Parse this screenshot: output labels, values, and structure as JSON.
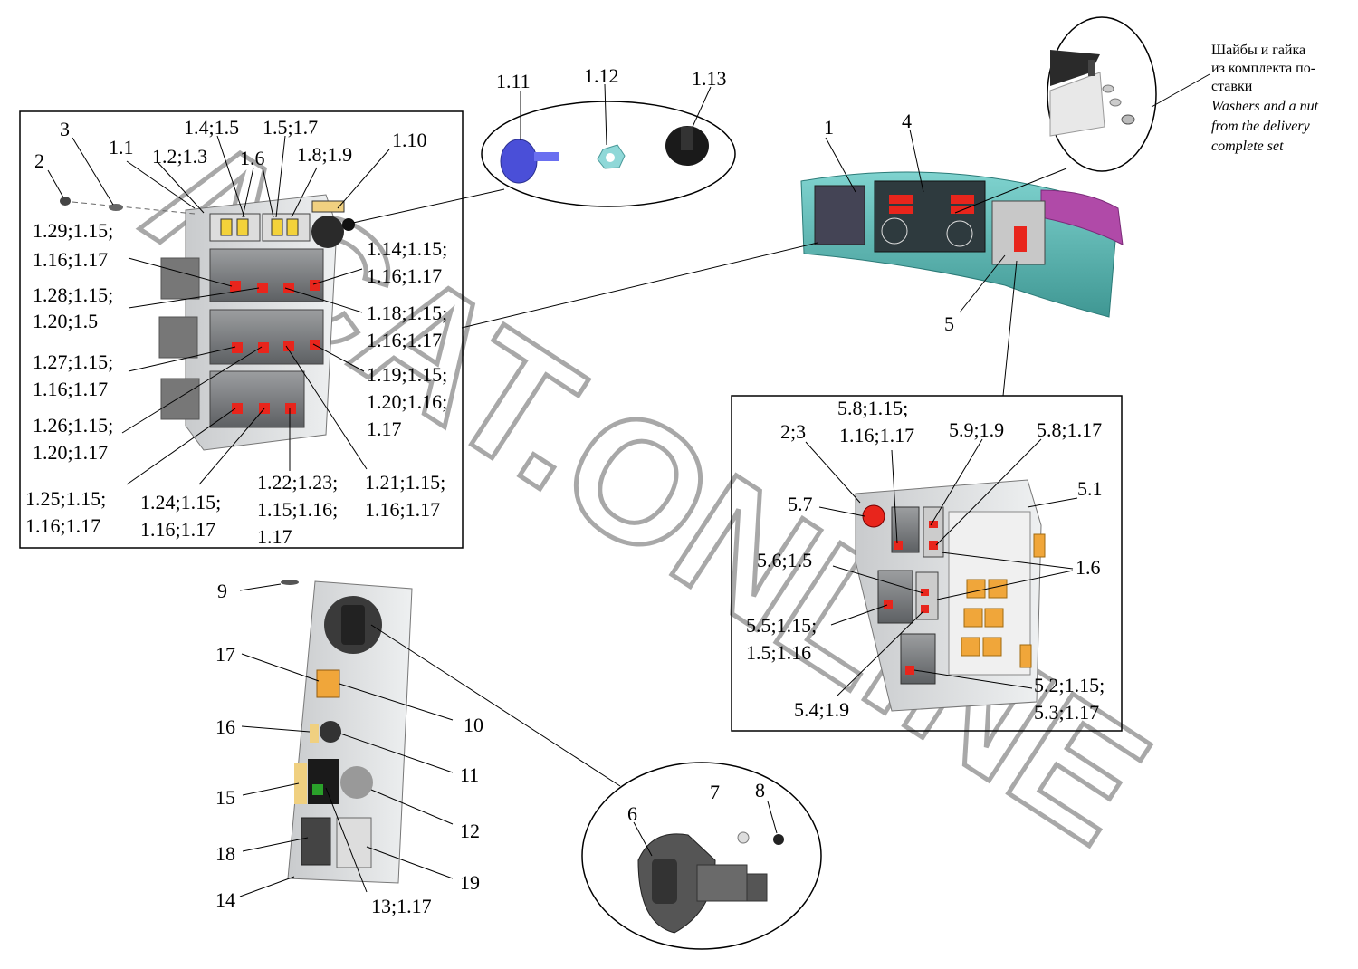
{
  "watermark": "ACAT.ONLINE",
  "note_ru": [
    "Шайбы и гайка",
    "из комплекта по-",
    "ставки"
  ],
  "note_en": [
    "Washers and a nut",
    "from the delivery",
    "complete set"
  ],
  "panel1": {
    "top": [
      "3",
      "2",
      "1.1",
      "1.2;1.3",
      "1.4;1.5",
      "1.6",
      "1.5;1.7",
      "1.8;1.9",
      "1.10"
    ],
    "l129": [
      "1.29;1.15;",
      "1.16;1.17"
    ],
    "l128": [
      "1.28;1.15;",
      "1.20;1.5"
    ],
    "l127": [
      "1.27;1.15;",
      "1.16;1.17"
    ],
    "l126": [
      "1.26;1.15;",
      "1.20;1.17"
    ],
    "l125": [
      "1.25;1.15;",
      "1.16;1.17"
    ],
    "l124": [
      "1.24;1.15;",
      "1.16;1.17"
    ],
    "l122": [
      "1.22;1.23;",
      "1.15;1.16;",
      "1.17"
    ],
    "l121": [
      "1.21;1.15;",
      "1.16;1.17"
    ],
    "l119": [
      "1.19;1.15;",
      "1.20;1.16;",
      "1.17"
    ],
    "l118": [
      "1.18;1.15;",
      "1.16;1.17"
    ],
    "l114": [
      "1.14;1.15;",
      "1.16;1.17"
    ]
  },
  "parts_top": [
    "1.11",
    "1.12",
    "1.13"
  ],
  "dash": [
    "1",
    "4",
    "5"
  ],
  "panel5": {
    "l23": "2;3",
    "l58a": [
      "5.8;1.15;",
      "1.16;1.17"
    ],
    "l59": "5.9;1.9",
    "l58b": "5.8;1.17",
    "l51": "5.1",
    "l57": "5.7",
    "l56": "5.6;1.5",
    "l16": "1.6",
    "l55": [
      "5.5;1.15;",
      "1.5;1.16"
    ],
    "l54": "5.4;1.9",
    "l52": [
      "5.2;1.15;",
      "5.3;1.17"
    ]
  },
  "lower_panel": [
    "9",
    "17",
    "16",
    "15",
    "18",
    "14",
    "10",
    "11",
    "12",
    "19",
    "13;1.17"
  ],
  "zoom_parts": [
    "6",
    "7",
    "8"
  ],
  "colors": {
    "switch_red": "#e8251c",
    "panel_grey": "#8a8c8e",
    "dash_teal": "#5fb8b4",
    "knob_blue": "#4a4fd8",
    "amber": "#f0a63a"
  }
}
